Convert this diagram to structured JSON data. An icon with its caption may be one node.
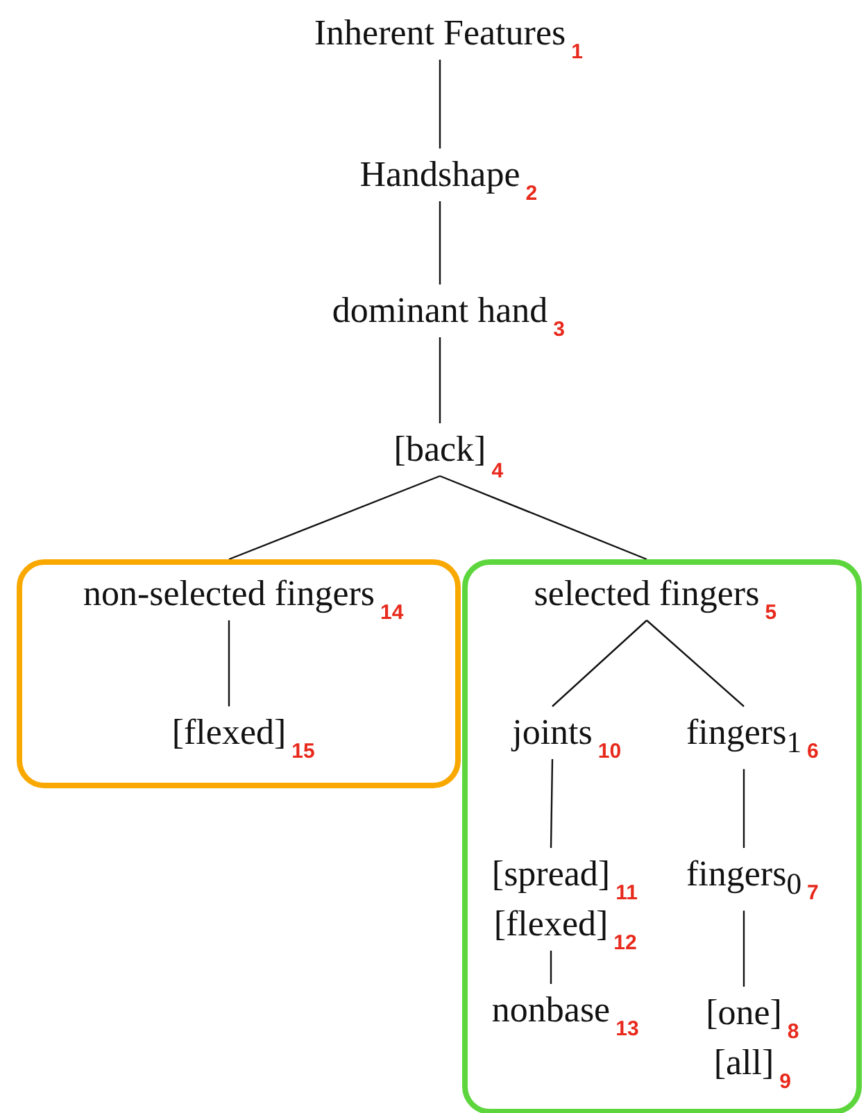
{
  "diagram": {
    "nodes": [
      {
        "text": [
          "Inherent Features"
        ],
        "beside": [
          "1"
        ]
      },
      {
        "text": [
          "Handshape"
        ],
        "beside": [
          "2"
        ]
      },
      {
        "text": [
          "dominant hand"
        ],
        "beside": [
          "3"
        ]
      },
      {
        "text": [
          "[back]"
        ],
        "beside": [
          "4"
        ]
      },
      {
        "text": [],
        "shape": "box"
      },
      {
        "text": [
          "non-selected fingers"
        ],
        "beside": [
          "14"
        ],
        "in": 4
      },
      {
        "text": [
          "[flexed]"
        ],
        "beside": [
          "15"
        ],
        "in": 4
      },
      {
        "text": [],
        "shape": "box"
      },
      {
        "text": [
          "selected fingers"
        ],
        "beside": [
          "5"
        ],
        "in": 7
      },
      {
        "text": [
          "joints"
        ],
        "beside": [
          "10"
        ],
        "in": 7
      },
      {
        "text": [
          "fingers$_{1}$"
        ],
        "beside": [
          "6"
        ],
        "in": 7
      },
      {
        "text": [
          "[spread]"
        ],
        "beside": [
          "11"
        ],
        "in": 7
      },
      {
        "text": [
          "[flexed]"
        ],
        "beside": [
          "12"
        ],
        "in": 7
      },
      {
        "text": [
          "nonbase"
        ],
        "beside": [
          "13"
        ],
        "in": 7
      },
      {
        "text": [
          "fingers$_{0}$"
        ],
        "beside": [
          "7"
        ],
        "in": 7
      },
      {
        "text": [
          "[one]"
        ],
        "beside": [
          "8"
        ],
        "in": 7
      },
      {
        "text": [
          "[all]"
        ],
        "beside": [
          "9"
        ],
        "in": 7
      }
    ],
    "edges": [
      {
        "from": 0,
        "to": 1,
        "arrow": "none"
      },
      {
        "from": 1,
        "to": 2,
        "arrow": "none"
      },
      {
        "from": 2,
        "to": 3,
        "arrow": "none"
      },
      {
        "from": 3,
        "to": 4,
        "arrow": "none"
      },
      {
        "from": 3,
        "to": 7,
        "arrow": "none"
      },
      {
        "from": 5,
        "to": 6,
        "arrow": "none"
      },
      {
        "from": 8,
        "to": 9,
        "arrow": "none"
      },
      {
        "from": 8,
        "to": 10,
        "arrow": "none"
      },
      {
        "from": 9,
        "to": 11,
        "arrow": "none"
      },
      {
        "from": 12,
        "to": 13,
        "arrow": "none"
      },
      {
        "from": 10,
        "to": 14,
        "arrow": "none"
      },
      {
        "from": 14,
        "to": 15,
        "arrow": "none"
      }
    ]
  }
}
